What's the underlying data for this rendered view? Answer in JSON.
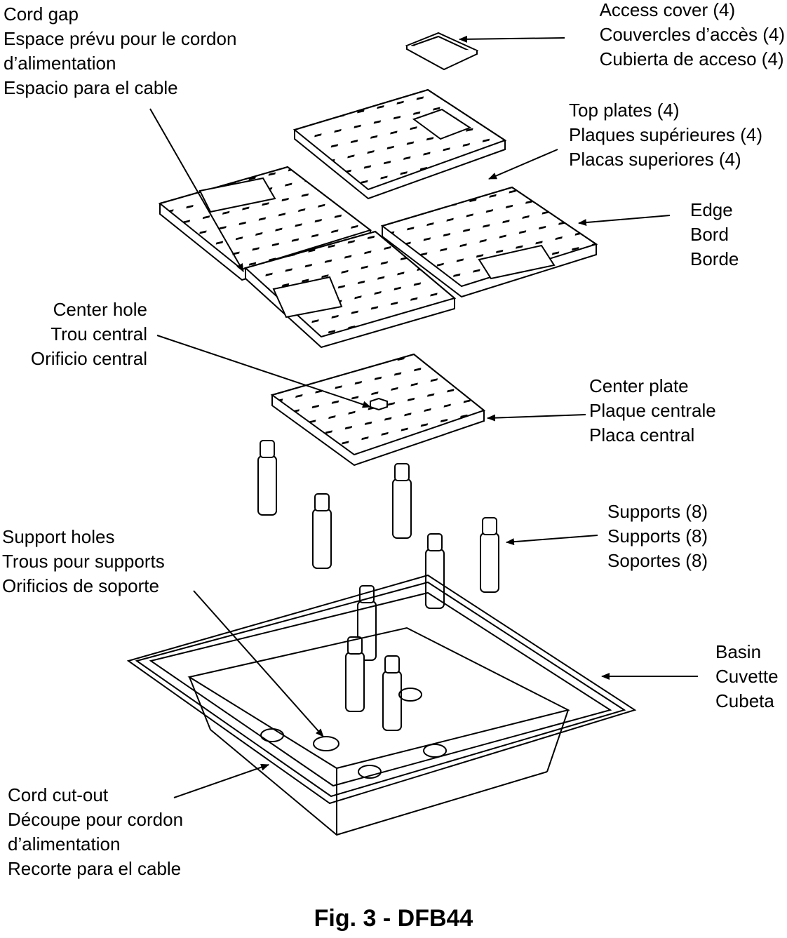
{
  "labels": {
    "access_cover": [
      "Access cover (4)",
      "Couvercles d’accès (4)",
      "Cubierta de acceso (4)"
    ],
    "cord_gap": [
      "Cord gap",
      "Espace prévu pour le cordon",
      "d’alimentation",
      "Espacio para el cable"
    ],
    "top_plates": [
      "Top plates (4)",
      "Plaques supérieures (4)",
      "Placas superiores (4)"
    ],
    "edge": [
      "Edge",
      "Bord",
      "Borde"
    ],
    "center_hole": [
      "Center hole",
      "Trou central",
      "Orificio central"
    ],
    "center_plate": [
      "Center plate",
      "Plaque centrale",
      "Placa central"
    ],
    "supports": [
      "Supports (8)",
      "Supports (8)",
      "Soportes (8)"
    ],
    "support_holes": [
      "Support holes",
      "Trous pour supports",
      "Orificios de soporte"
    ],
    "basin": [
      "Basin",
      "Cuvette",
      "Cubeta"
    ],
    "cord_cutout": [
      "Cord cut-out",
      "Découpe pour cordon",
      "d’alimentation",
      "Recorte para el cable"
    ]
  },
  "caption": "Fig. 3 - DFB44"
}
